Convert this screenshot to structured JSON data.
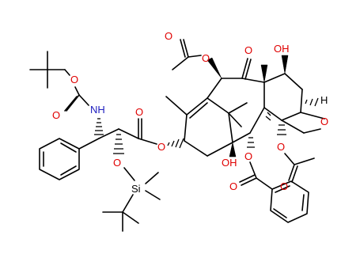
{
  "structure": {
    "atoms": {
      "o_acetyl_top": "O",
      "o_acetyl_top_label": "O",
      "o_ketone": "O",
      "oh_top_right": "OH",
      "h_ring_junction": "H",
      "o_oxetane": "O",
      "o_boc_ester": "O",
      "o_boc_carbonyl": "O",
      "nh_amide": "NH",
      "o_ester_carbonyl": "O",
      "o_ester_link": "O",
      "o_silyl_ether": "O",
      "si_atom": "Si",
      "oh_bottom": "OH",
      "o_benzoate_link": "O",
      "o_benzoate_carbonyl": "O",
      "o_acetyl_bottom_link": "O",
      "o_acetyl_bottom_carbonyl": "O"
    },
    "colors": {
      "carbon": "#000000",
      "oxygen": "#e00000",
      "nitrogen": "#2020c0",
      "silicon": "#000000"
    }
  }
}
